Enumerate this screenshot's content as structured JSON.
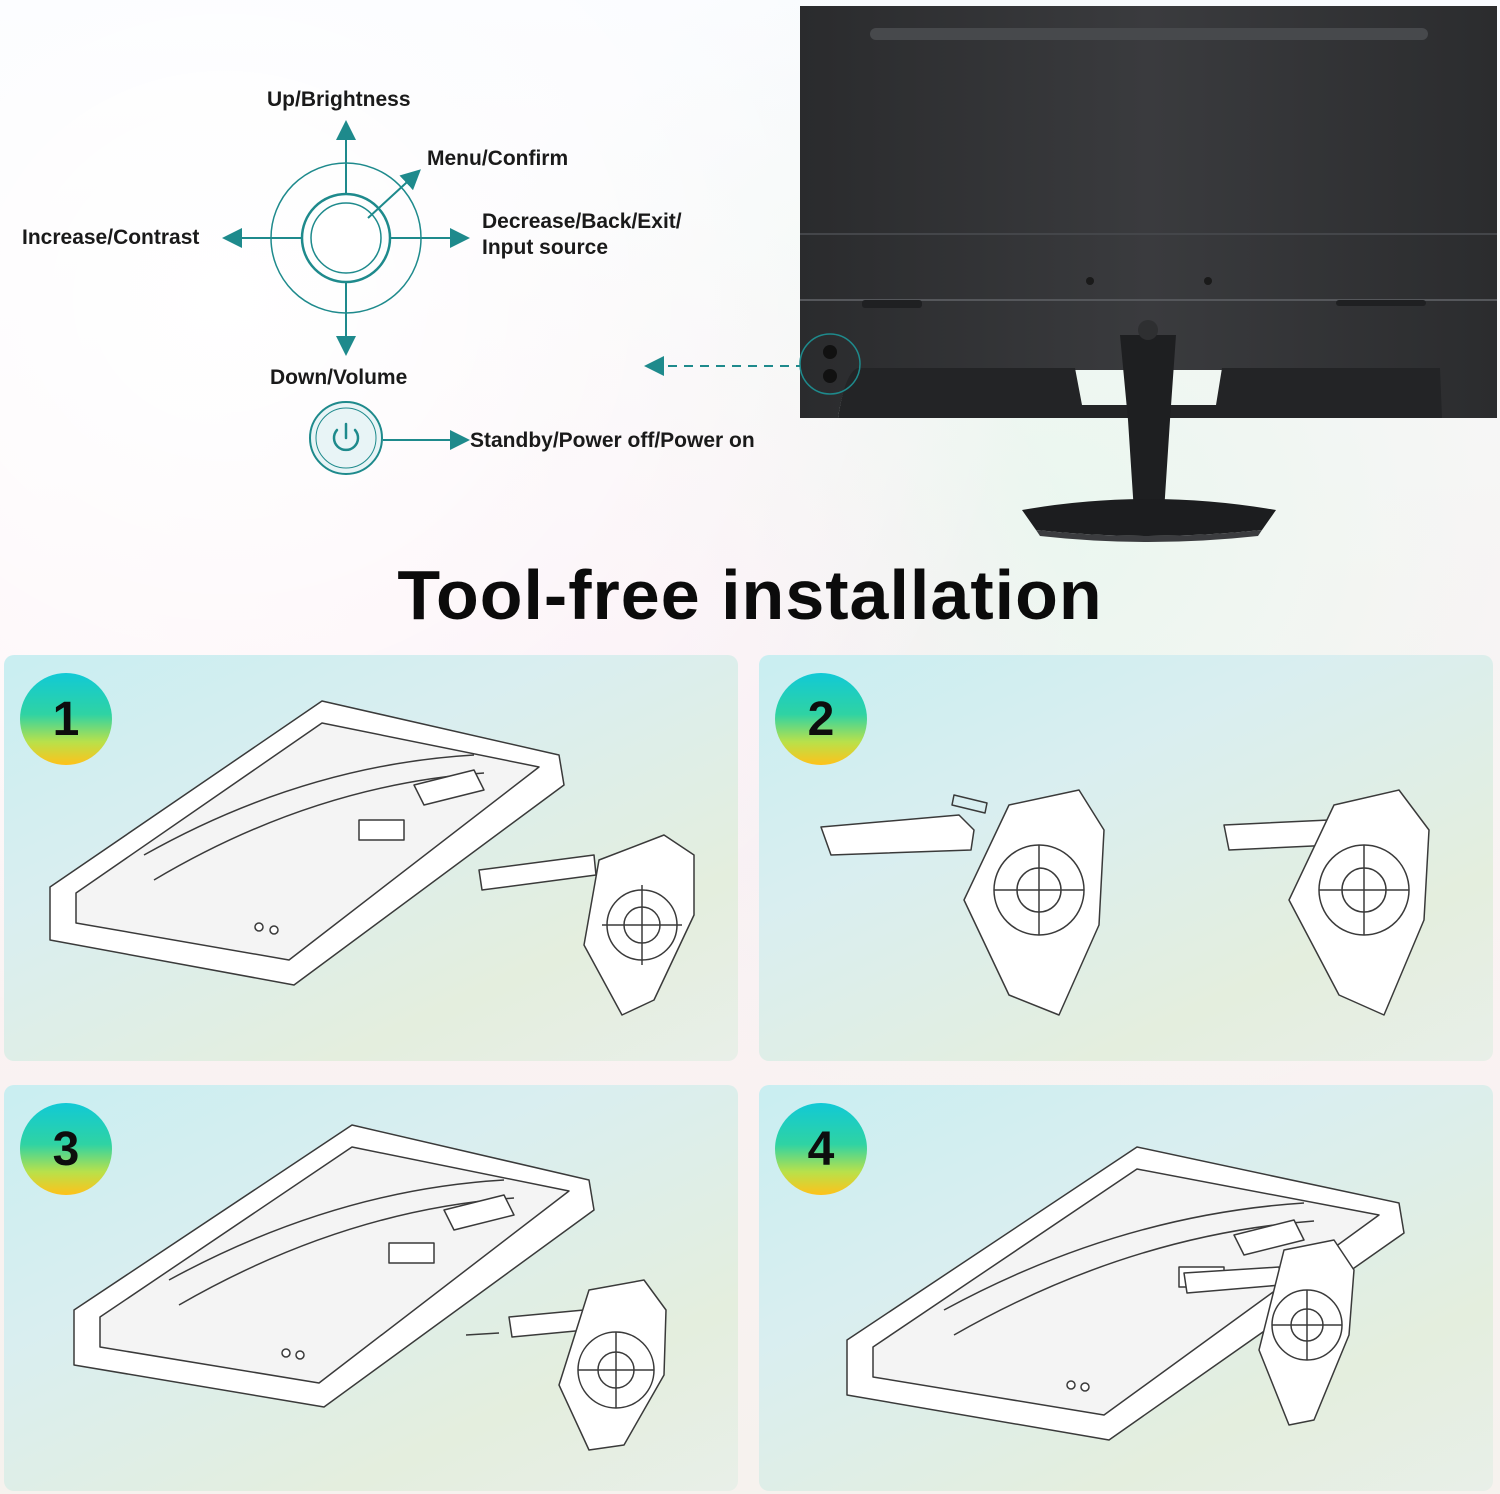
{
  "controls": {
    "up": "Up/Brightness",
    "menu": "Menu/Confirm",
    "increase": "Increase/Contrast",
    "decrease": "Decrease/Back/Exit/\nInput source",
    "down": "Down/Volume",
    "power": "Standby/Power off/Power on"
  },
  "title": "Tool-free installation",
  "steps": [
    {
      "number": "1"
    },
    {
      "number": "2"
    },
    {
      "number": "3"
    },
    {
      "number": "4"
    }
  ],
  "colors": {
    "accent": "#1e8a8c",
    "monitor": "#2b2c2e",
    "badge_top": "#11c9d6",
    "badge_bottom": "#ffc21a"
  },
  "icons": [
    "joystick-icon",
    "power-icon",
    "monitor-back-icon",
    "arrow-icon"
  ]
}
